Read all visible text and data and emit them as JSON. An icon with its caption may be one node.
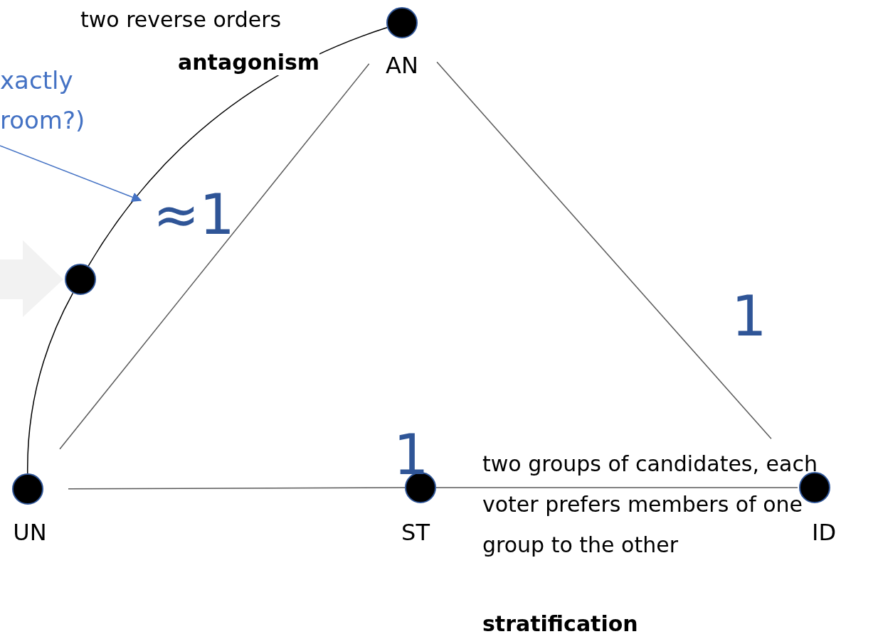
{
  "diagram": {
    "nodes": [
      {
        "text": [],
        "shape": "circle",
        "beside": [
          "AN"
        ]
      },
      {
        "text": [],
        "shape": "circle"
      },
      {
        "text": [],
        "shape": "circle",
        "beside": [
          "UN"
        ]
      },
      {
        "text": [],
        "shape": "circle",
        "beside": [
          "ST"
        ]
      },
      {
        "text": [],
        "shape": "circle",
        "beside": [
          "ID"
        ]
      },
      {
        "text": [
          "xactly room?)"
        ]
      }
    ],
    "edges": [
      {
        "from": 0,
        "to": 1,
        "arrow": "none"
      },
      {
        "from": 1,
        "to": 2,
        "arrow": "none"
      },
      {
        "from": 0,
        "to": 2,
        "arrow": "none",
        "color": "#595959"
      },
      {
        "from": 0,
        "to": 4,
        "arrow": "none",
        "color": "#595959"
      },
      {
        "from": 2,
        "to": 3,
        "arrow": "none",
        "color": "#595959"
      },
      {
        "from": 3,
        "to": 4,
        "arrow": "none",
        "color": "#595959"
      },
      {
        "from": 5,
        "to": null,
        "arrow": "to",
        "color": "#4472c4"
      },
      {
        "from": null,
        "to": 1,
        "arrow": "to",
        "style": "thick",
        "color": "#f2f2f2"
      }
    ],
    "labels": [
      "two reverse orders",
      "antagonism",
      "≈1",
      "1",
      "1",
      "two groups of candidates, each voter prefers members of one group to the other",
      "stratification"
    ]
  }
}
